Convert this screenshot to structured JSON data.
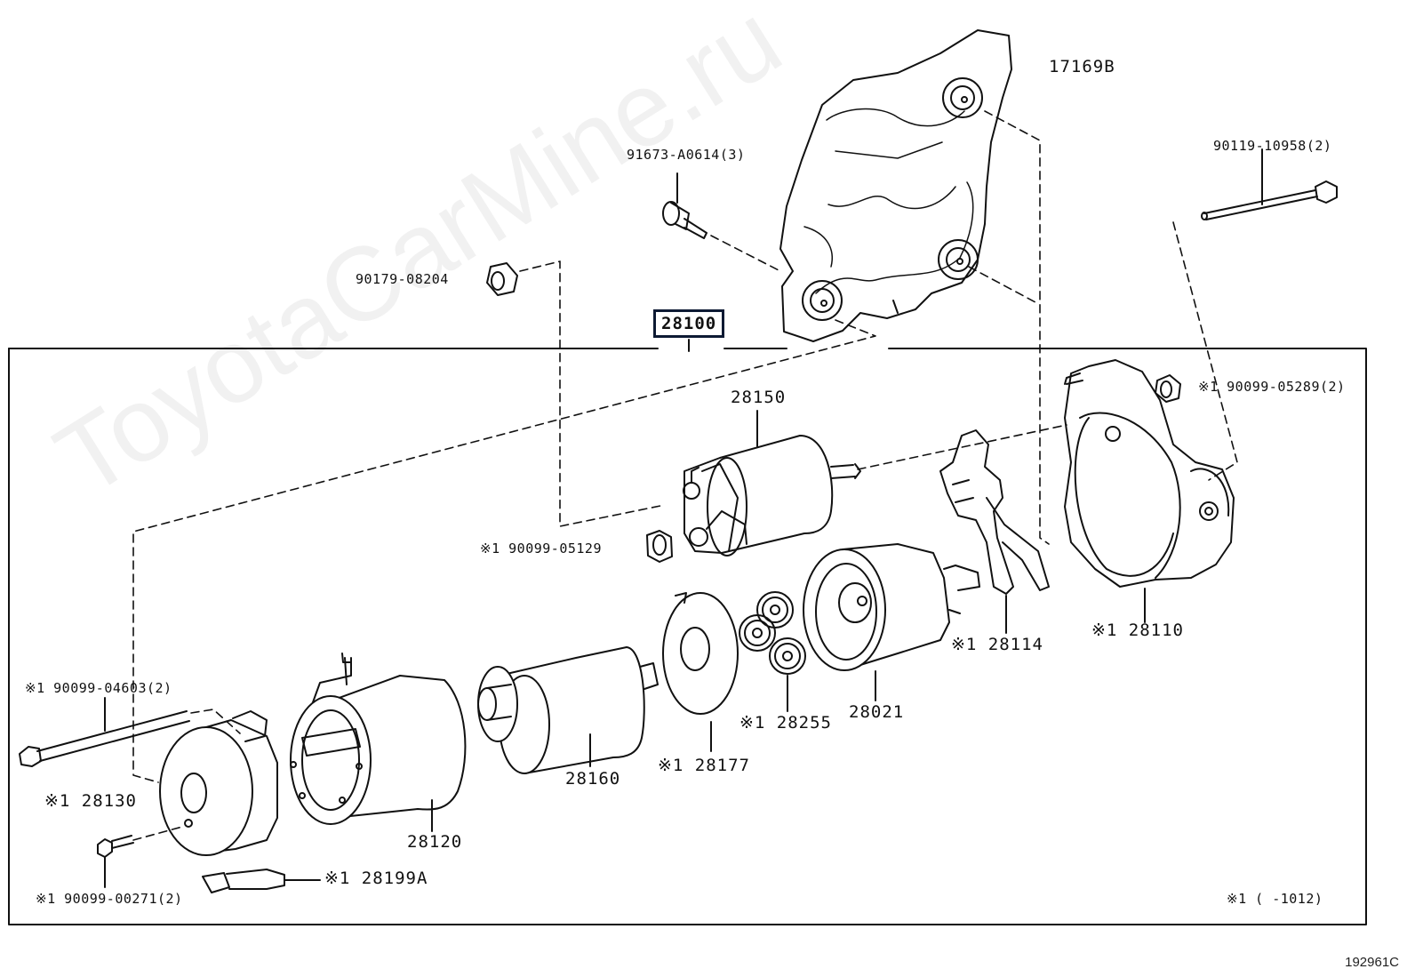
{
  "diagram": {
    "assembly_number": "28100",
    "footnote": "※1 (    -1012)",
    "figure_code": "192961C",
    "watermark": "ToyotaCarMine.ru"
  },
  "parts": {
    "p17169b": "17169B",
    "p91673": "91673-A0614(3)",
    "p90119": "90119-10958(2)",
    "p90179": "90179-08204",
    "p28150": "28150",
    "p90099_05289": "※1 90099-05289(2)",
    "p90099_05129": "※1 90099-05129",
    "p28114": "※1 28114",
    "p28110": "※1 28110",
    "p90099_04603": "※1 90099-04603(2)",
    "p28255": "※1 28255",
    "p28021": "28021",
    "p28177": "※1 28177",
    "p28160": "28160",
    "p28130": "※1 28130",
    "p28120": "28120",
    "p28199a": "※1 28199A",
    "p90099_00271": "※1 90099-00271(2)"
  }
}
